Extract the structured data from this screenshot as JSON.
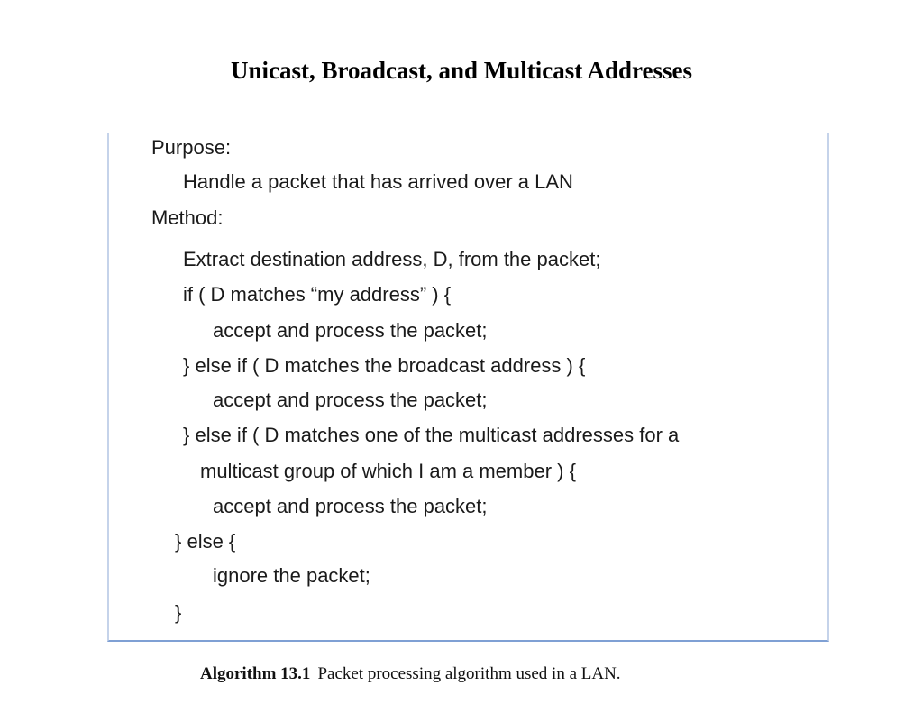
{
  "title": "Unicast, Broadcast, and Multicast Addresses",
  "algorithm": {
    "purpose_heading": "Purpose:",
    "purpose_text": "Handle a packet that has arrived over a LAN",
    "method_heading": "Method:",
    "lines": [
      "Extract destination address, D, from the packet;",
      "if  ( D matches “my address” )  {",
      "accept and process the packet;",
      "}  else if  ( D matches the broadcast address )  {",
      "accept and process the packet;",
      "}  else if  ( D matches one of the multicast addresses for a",
      "multicast group of which I am a member )  {",
      "accept and process the packet;",
      "}  else  {",
      "ignore the packet;",
      "}"
    ]
  },
  "caption": {
    "label": "Algorithm 13.1",
    "text": "Packet processing algorithm used in a LAN."
  }
}
